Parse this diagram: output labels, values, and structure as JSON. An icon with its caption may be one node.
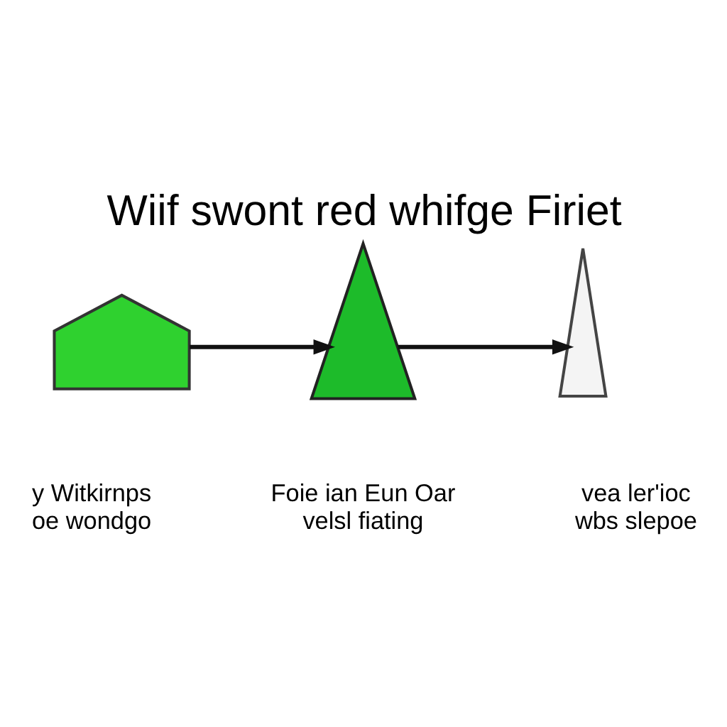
{
  "diagram": {
    "title": "Wiif swont red whifge Firiet",
    "nodes": [
      {
        "text": [],
        "shape": "house",
        "beside": [
          "y Witkirnps oe wondgo"
        ]
      },
      {
        "text": [],
        "shape": "triangle",
        "beside": [
          "Foie ian Eun Oar velsl fiating"
        ]
      },
      {
        "text": [],
        "shape": "tower",
        "beside": [
          "vea ler'ioc wbs slepoe"
        ]
      }
    ],
    "edges": [
      {
        "from": 0,
        "to": 1,
        "arrow": "to"
      },
      {
        "from": 1,
        "to": 2,
        "arrow": "to"
      }
    ]
  }
}
